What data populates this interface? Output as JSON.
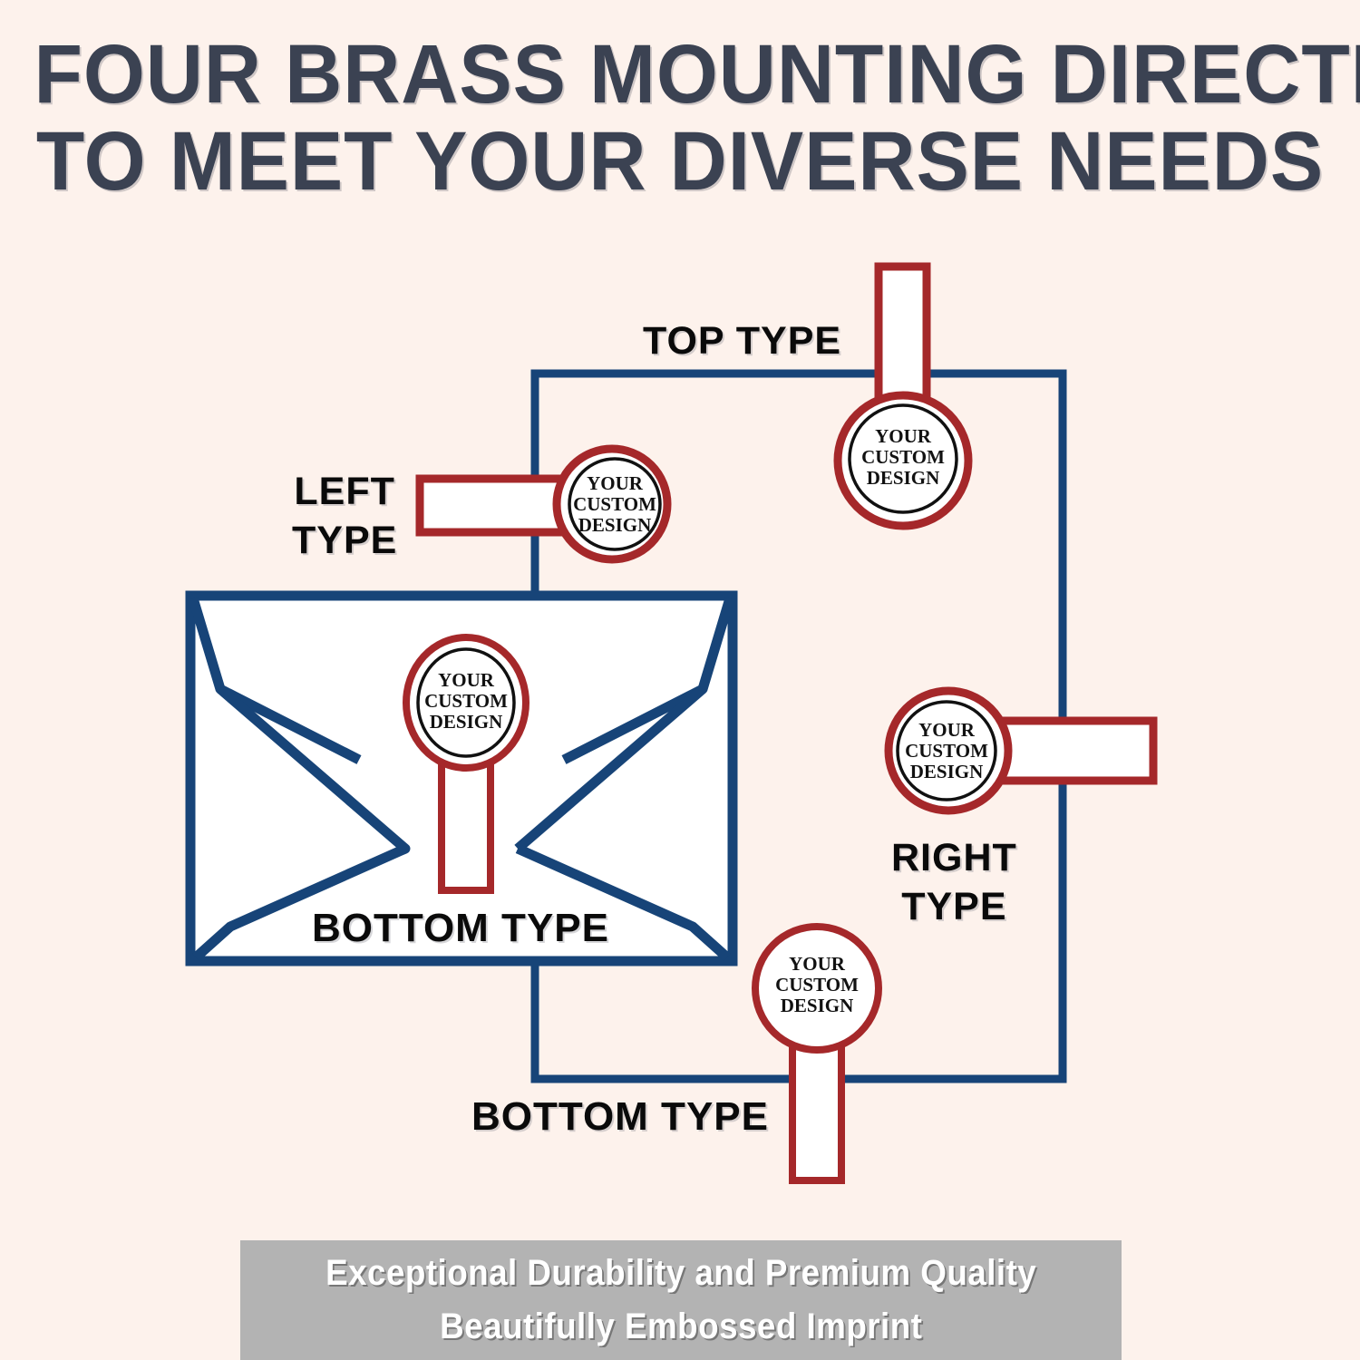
{
  "background_color": "#fdf2ec",
  "palette": {
    "title_text": "#3b4252",
    "navy_line": "#174478",
    "red_line": "#a5282a",
    "seal_fill": "#ffffff",
    "seal_inner_ring": "#111111",
    "label_text": "#0a0a0a",
    "footer_band": "#b3b3b3",
    "footer_text": "#ffffff"
  },
  "title": {
    "line1": "FOUR BRASS MOUNTING DIRECTIONS",
    "line2": "TO MEET YOUR DIVERSE NEEDS"
  },
  "labels": {
    "top": "TOP TYPE",
    "left_line1": "LEFT",
    "left_line2": "TYPE",
    "right_line1": "RIGHT",
    "right_line2": "TYPE",
    "bottom_envelope": "BOTTOM TYPE",
    "bottom_outer": "BOTTOM TYPE"
  },
  "seal": {
    "line1": "YOUR",
    "line2": "CUSTOM",
    "line3": "DESIGN"
  },
  "seals": [
    {
      "id": "left-type-seal",
      "orientation": "left",
      "has_inner_ring": true
    },
    {
      "id": "top-type-seal",
      "orientation": "top",
      "has_inner_ring": true
    },
    {
      "id": "right-type-seal",
      "orientation": "right",
      "has_inner_ring": true
    },
    {
      "id": "bottom-type-seal-envelope",
      "orientation": "bottom",
      "has_inner_ring": true
    },
    {
      "id": "bottom-type-seal-outer",
      "orientation": "bottom",
      "has_inner_ring": false
    }
  ],
  "footer": {
    "line1": "Exceptional Durability and Premium Quality",
    "line2": "Beautifully Embossed Imprint"
  }
}
